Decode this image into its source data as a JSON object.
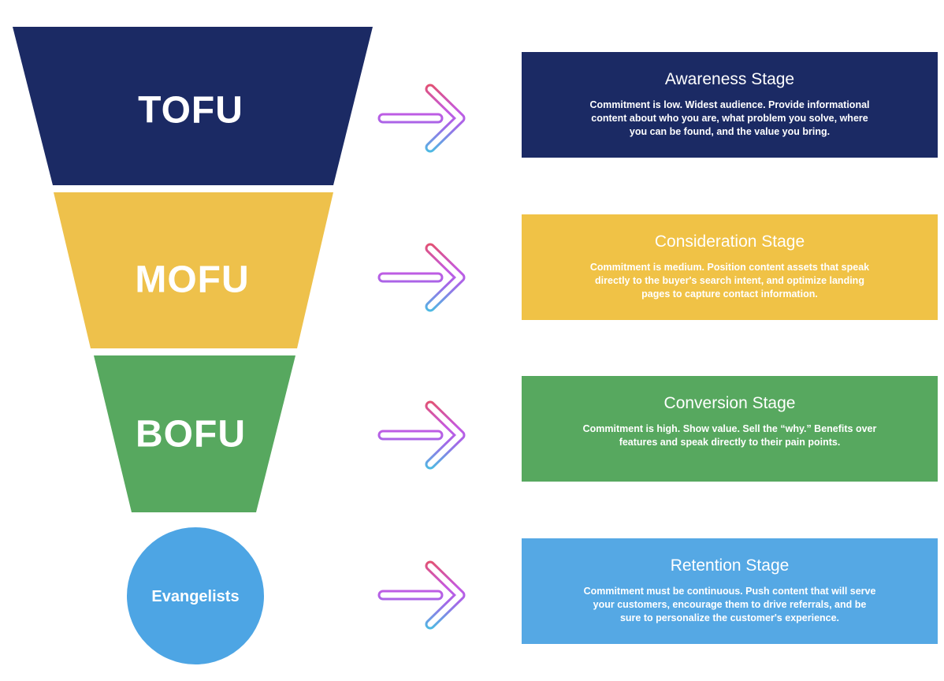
{
  "funnel": {
    "stages": [
      {
        "label": "TOFU",
        "color": "#1b2a64"
      },
      {
        "label": "MOFU",
        "color": "#eec14b"
      },
      {
        "label": "BOFU",
        "color": "#57a85f"
      }
    ],
    "evangelists": {
      "label": "Evangelists",
      "color": "#4da5e4"
    }
  },
  "arrows": {
    "icon": "right-arrow-icon",
    "gradient_stops": [
      "#e4506a",
      "#c45ae2",
      "#a566e8",
      "#46c0e2"
    ]
  },
  "stage_cards": [
    {
      "title": "Awareness Stage",
      "description": "Commitment is low. Widest audience. Provide informational\ncontent about who you are, what problem you solve, where\nyou can be found, and the value you bring.",
      "color": "#1b2a64"
    },
    {
      "title": "Consideration Stage",
      "description": "Commitment is medium. Position content assets that speak\ndirectly to the buyer's search intent, and optimize landing\npages to capture contact information.",
      "color": "#f0c246"
    },
    {
      "title": "Conversion Stage",
      "description": "Commitment is high. Show value. Sell the “why.” Benefits over\nfeatures and speak directly to their pain points.",
      "color": "#57a85f"
    },
    {
      "title": "Retention Stage",
      "description": "Commitment must be continuous. Push content that will serve\nyour customers, encourage them to drive referrals, and be\nsure to personalize the customer's experience.",
      "color": "#55a8e4"
    }
  ]
}
